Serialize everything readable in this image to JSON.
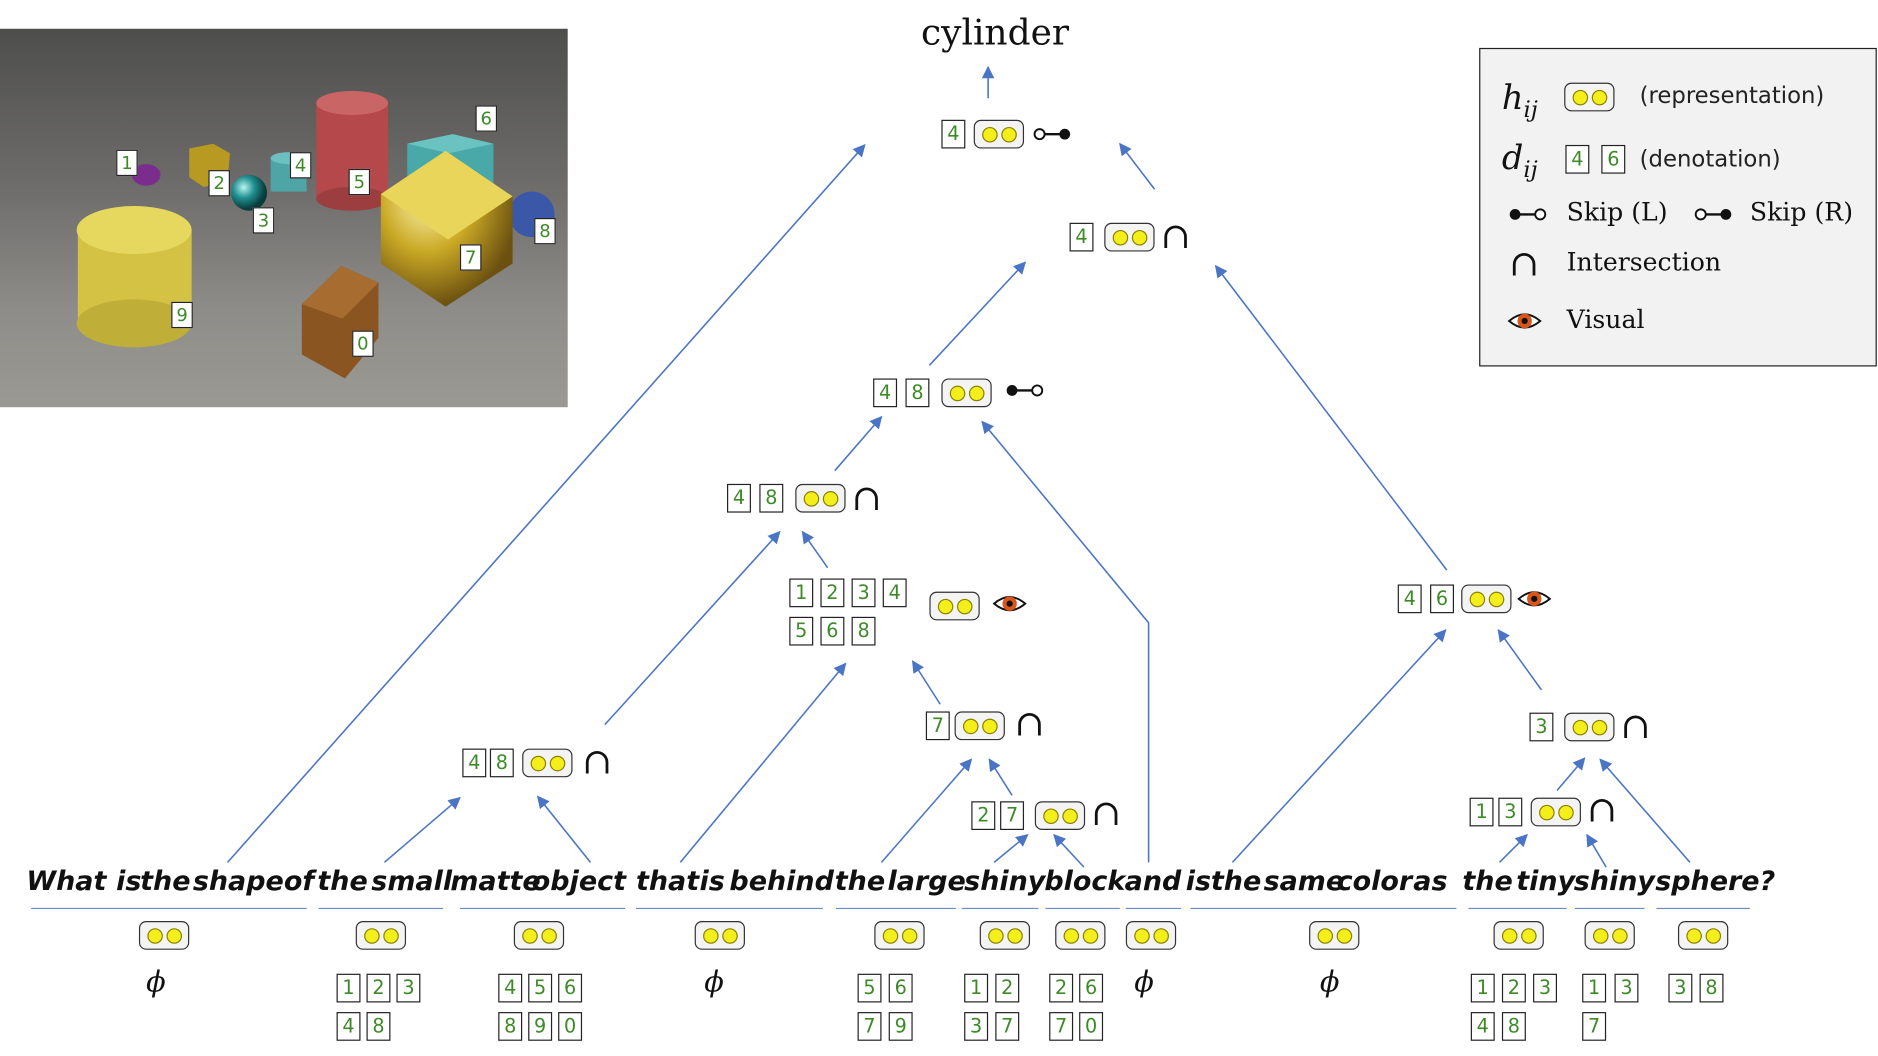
{
  "answer": "cylinder",
  "question_words": [
    "What",
    "is",
    "the",
    "shape",
    "of",
    "the",
    "small",
    "matte",
    "object",
    "that",
    "is",
    "behind",
    "the",
    "large",
    "shiny",
    "block",
    "and",
    "is",
    "the",
    "same",
    "color",
    "as",
    "the",
    "tiny",
    "shiny",
    "sphere?"
  ],
  "scene_object_labels": [
    "1",
    "2",
    "3",
    "4",
    "5",
    "6",
    "7",
    "8",
    "9",
    "0"
  ],
  "null_denotation_symbol": "ϕ",
  "span_denotations": [
    {
      "span": "What is the shape of",
      "ids": []
    },
    {
      "span": "the small",
      "ids": [
        "1",
        "2",
        "3",
        "4",
        "8"
      ]
    },
    {
      "span": "matte object",
      "ids": [
        "4",
        "5",
        "6",
        "8",
        "9",
        "0"
      ]
    },
    {
      "span": "that is behind",
      "ids": []
    },
    {
      "span": "the large",
      "ids": [
        "5",
        "6",
        "7",
        "9"
      ]
    },
    {
      "span": "shiny",
      "ids": [
        "1",
        "2",
        "3",
        "7"
      ]
    },
    {
      "span": "block",
      "ids": [
        "2",
        "6",
        "7",
        "0"
      ]
    },
    {
      "span": "and",
      "ids": []
    },
    {
      "span": "is the same color as",
      "ids": []
    },
    {
      "span": "the tiny",
      "ids": [
        "1",
        "2",
        "3",
        "4",
        "8"
      ]
    },
    {
      "span": "shiny",
      "ids": [
        "1",
        "3",
        "7"
      ]
    },
    {
      "span": "sphere?",
      "ids": [
        "3",
        "8"
      ]
    }
  ],
  "tree_nodes": [
    {
      "ids": [
        "4"
      ],
      "operation": "skip-right"
    },
    {
      "ids": [
        "4"
      ],
      "operation": "intersection"
    },
    {
      "ids": [
        "4",
        "8"
      ],
      "operation": "skip-left"
    },
    {
      "ids": [
        "4",
        "8"
      ],
      "operation": "intersection"
    },
    {
      "ids": [
        "1",
        "2",
        "3",
        "4",
        "5",
        "6",
        "8"
      ],
      "operation": "visual"
    },
    {
      "ids": [
        "4",
        "8"
      ],
      "operation": "intersection"
    },
    {
      "ids": [
        "7"
      ],
      "operation": "intersection"
    },
    {
      "ids": [
        "2",
        "7"
      ],
      "operation": "intersection"
    },
    {
      "ids": [
        "4",
        "6"
      ],
      "operation": "visual"
    },
    {
      "ids": [
        "3"
      ],
      "operation": "intersection"
    },
    {
      "ids": [
        "1",
        "3"
      ],
      "operation": "intersection"
    }
  ],
  "legend": {
    "h_symbol": "h",
    "h_subscript": "ij",
    "h_desc": "(representation)",
    "d_symbol": "d",
    "d_subscript": "ij",
    "d_example_ids": [
      "4",
      "6"
    ],
    "d_desc": "(denotation)",
    "skip_left": "Skip (L)",
    "skip_right": "Skip (R)",
    "intersection": "Intersection",
    "visual": "Visual"
  },
  "colors": {
    "arrow": "#4a74c4",
    "denotation_text": "#3d8a28",
    "dot_fill": "#f4ef1a",
    "eye": "#d9561a"
  },
  "icons": [
    "eye-icon",
    "intersection-icon",
    "skip-left-icon",
    "skip-right-icon"
  ]
}
